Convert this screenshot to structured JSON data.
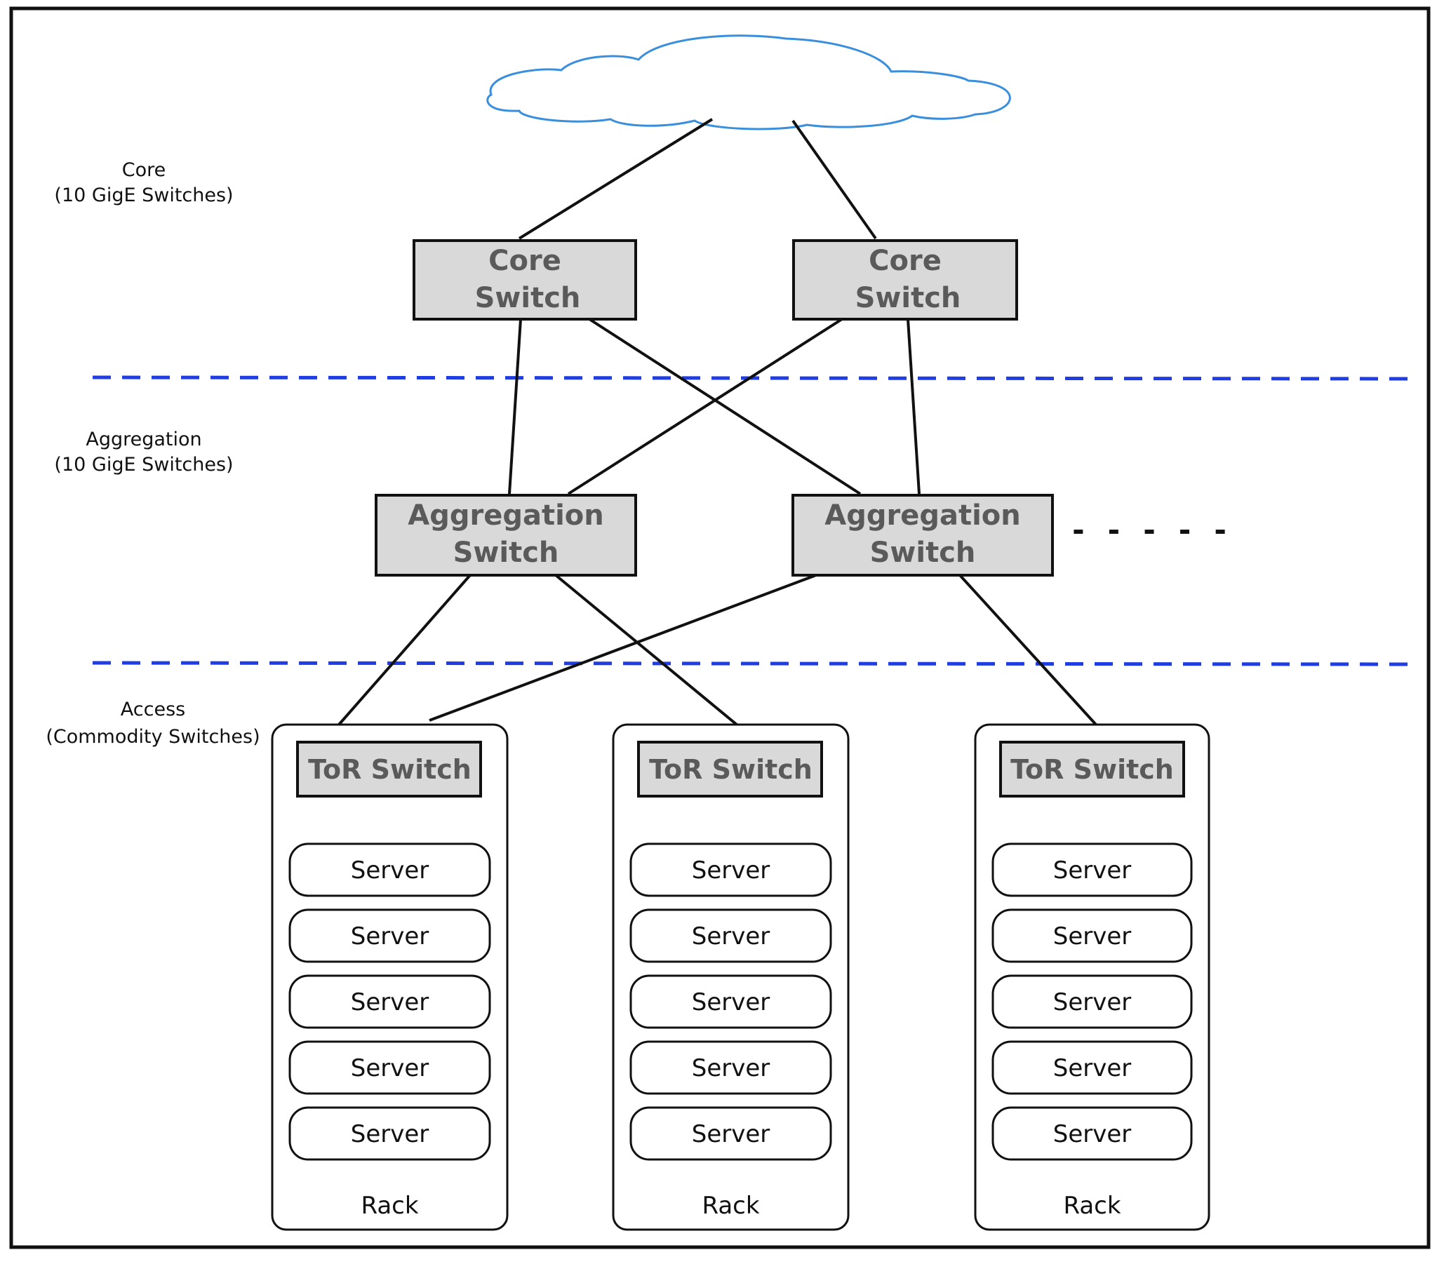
{
  "layers": {
    "core": {
      "title": "Core",
      "subtitle": "(10 GigE Switches)"
    },
    "aggregation": {
      "title": "Aggregation",
      "subtitle": "(10 GigE Switches)"
    },
    "access": {
      "title": "Access",
      "subtitle": "(Commodity Switches)"
    }
  },
  "core_switches": [
    {
      "line1": "Core",
      "line2": "Switch"
    },
    {
      "line1": "Core",
      "line2": "Switch"
    }
  ],
  "aggregation_switches": [
    {
      "line1": "Aggregation",
      "line2": "Switch"
    },
    {
      "line1": "Aggregation",
      "line2": "Switch"
    }
  ],
  "ellipsis": "- - - - -",
  "racks": [
    {
      "tor": "ToR Switch",
      "servers": [
        "Server",
        "Server",
        "Server",
        "Server",
        "Server"
      ],
      "label": "Rack"
    },
    {
      "tor": "ToR Switch",
      "servers": [
        "Server",
        "Server",
        "Server",
        "Server",
        "Server"
      ],
      "label": "Rack"
    },
    {
      "tor": "ToR Switch",
      "servers": [
        "Server",
        "Server",
        "Server",
        "Server",
        "Server"
      ],
      "label": "Rack"
    }
  ],
  "colors": {
    "border": "#111111",
    "switch_fill": "#d9d9d9",
    "switch_text": "#5a5a5a",
    "cloud_stroke": "#3a8fdc",
    "divider": "#1f3de0",
    "link": "#111111"
  }
}
